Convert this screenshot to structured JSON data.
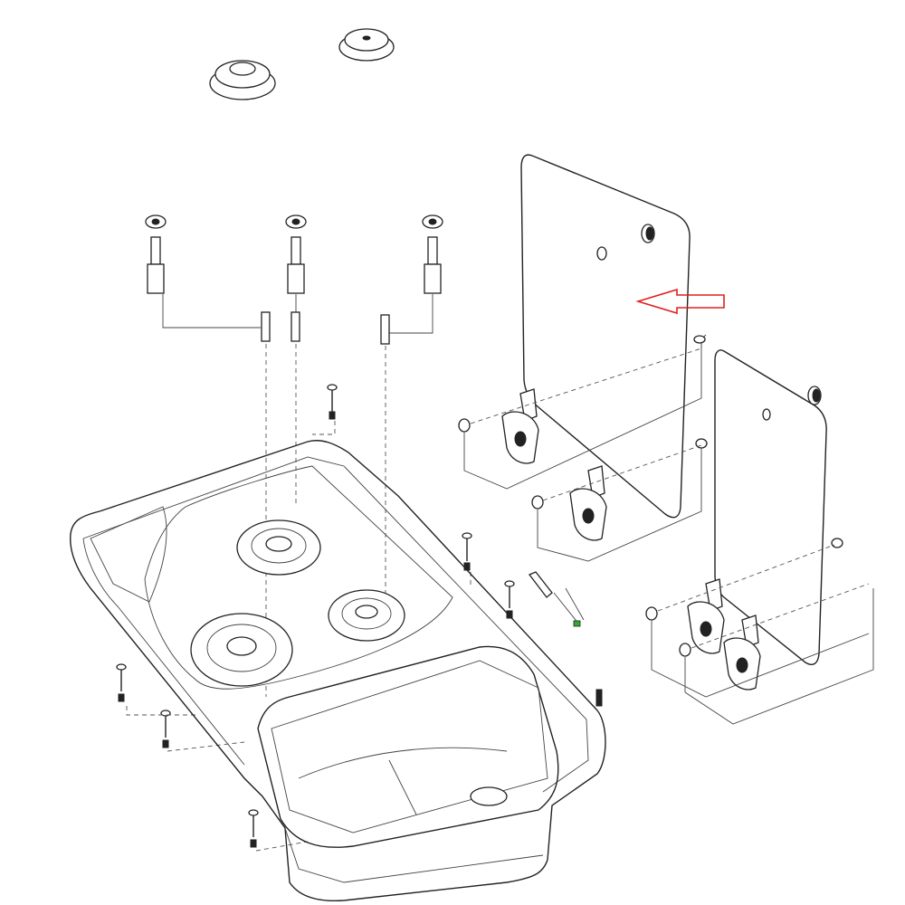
{
  "diagram": {
    "kind": "exploded-parts-drawing",
    "subject_parts": [
      "knob-caps",
      "burner-valves",
      "hob-sink-unit",
      "glass-lids",
      "hinges",
      "screws"
    ],
    "colors": {
      "line": "#222222",
      "background": "#ffffff",
      "highlight_arrow": "#e02020"
    },
    "highlight_arrow_target": "glass-lid-rear"
  }
}
